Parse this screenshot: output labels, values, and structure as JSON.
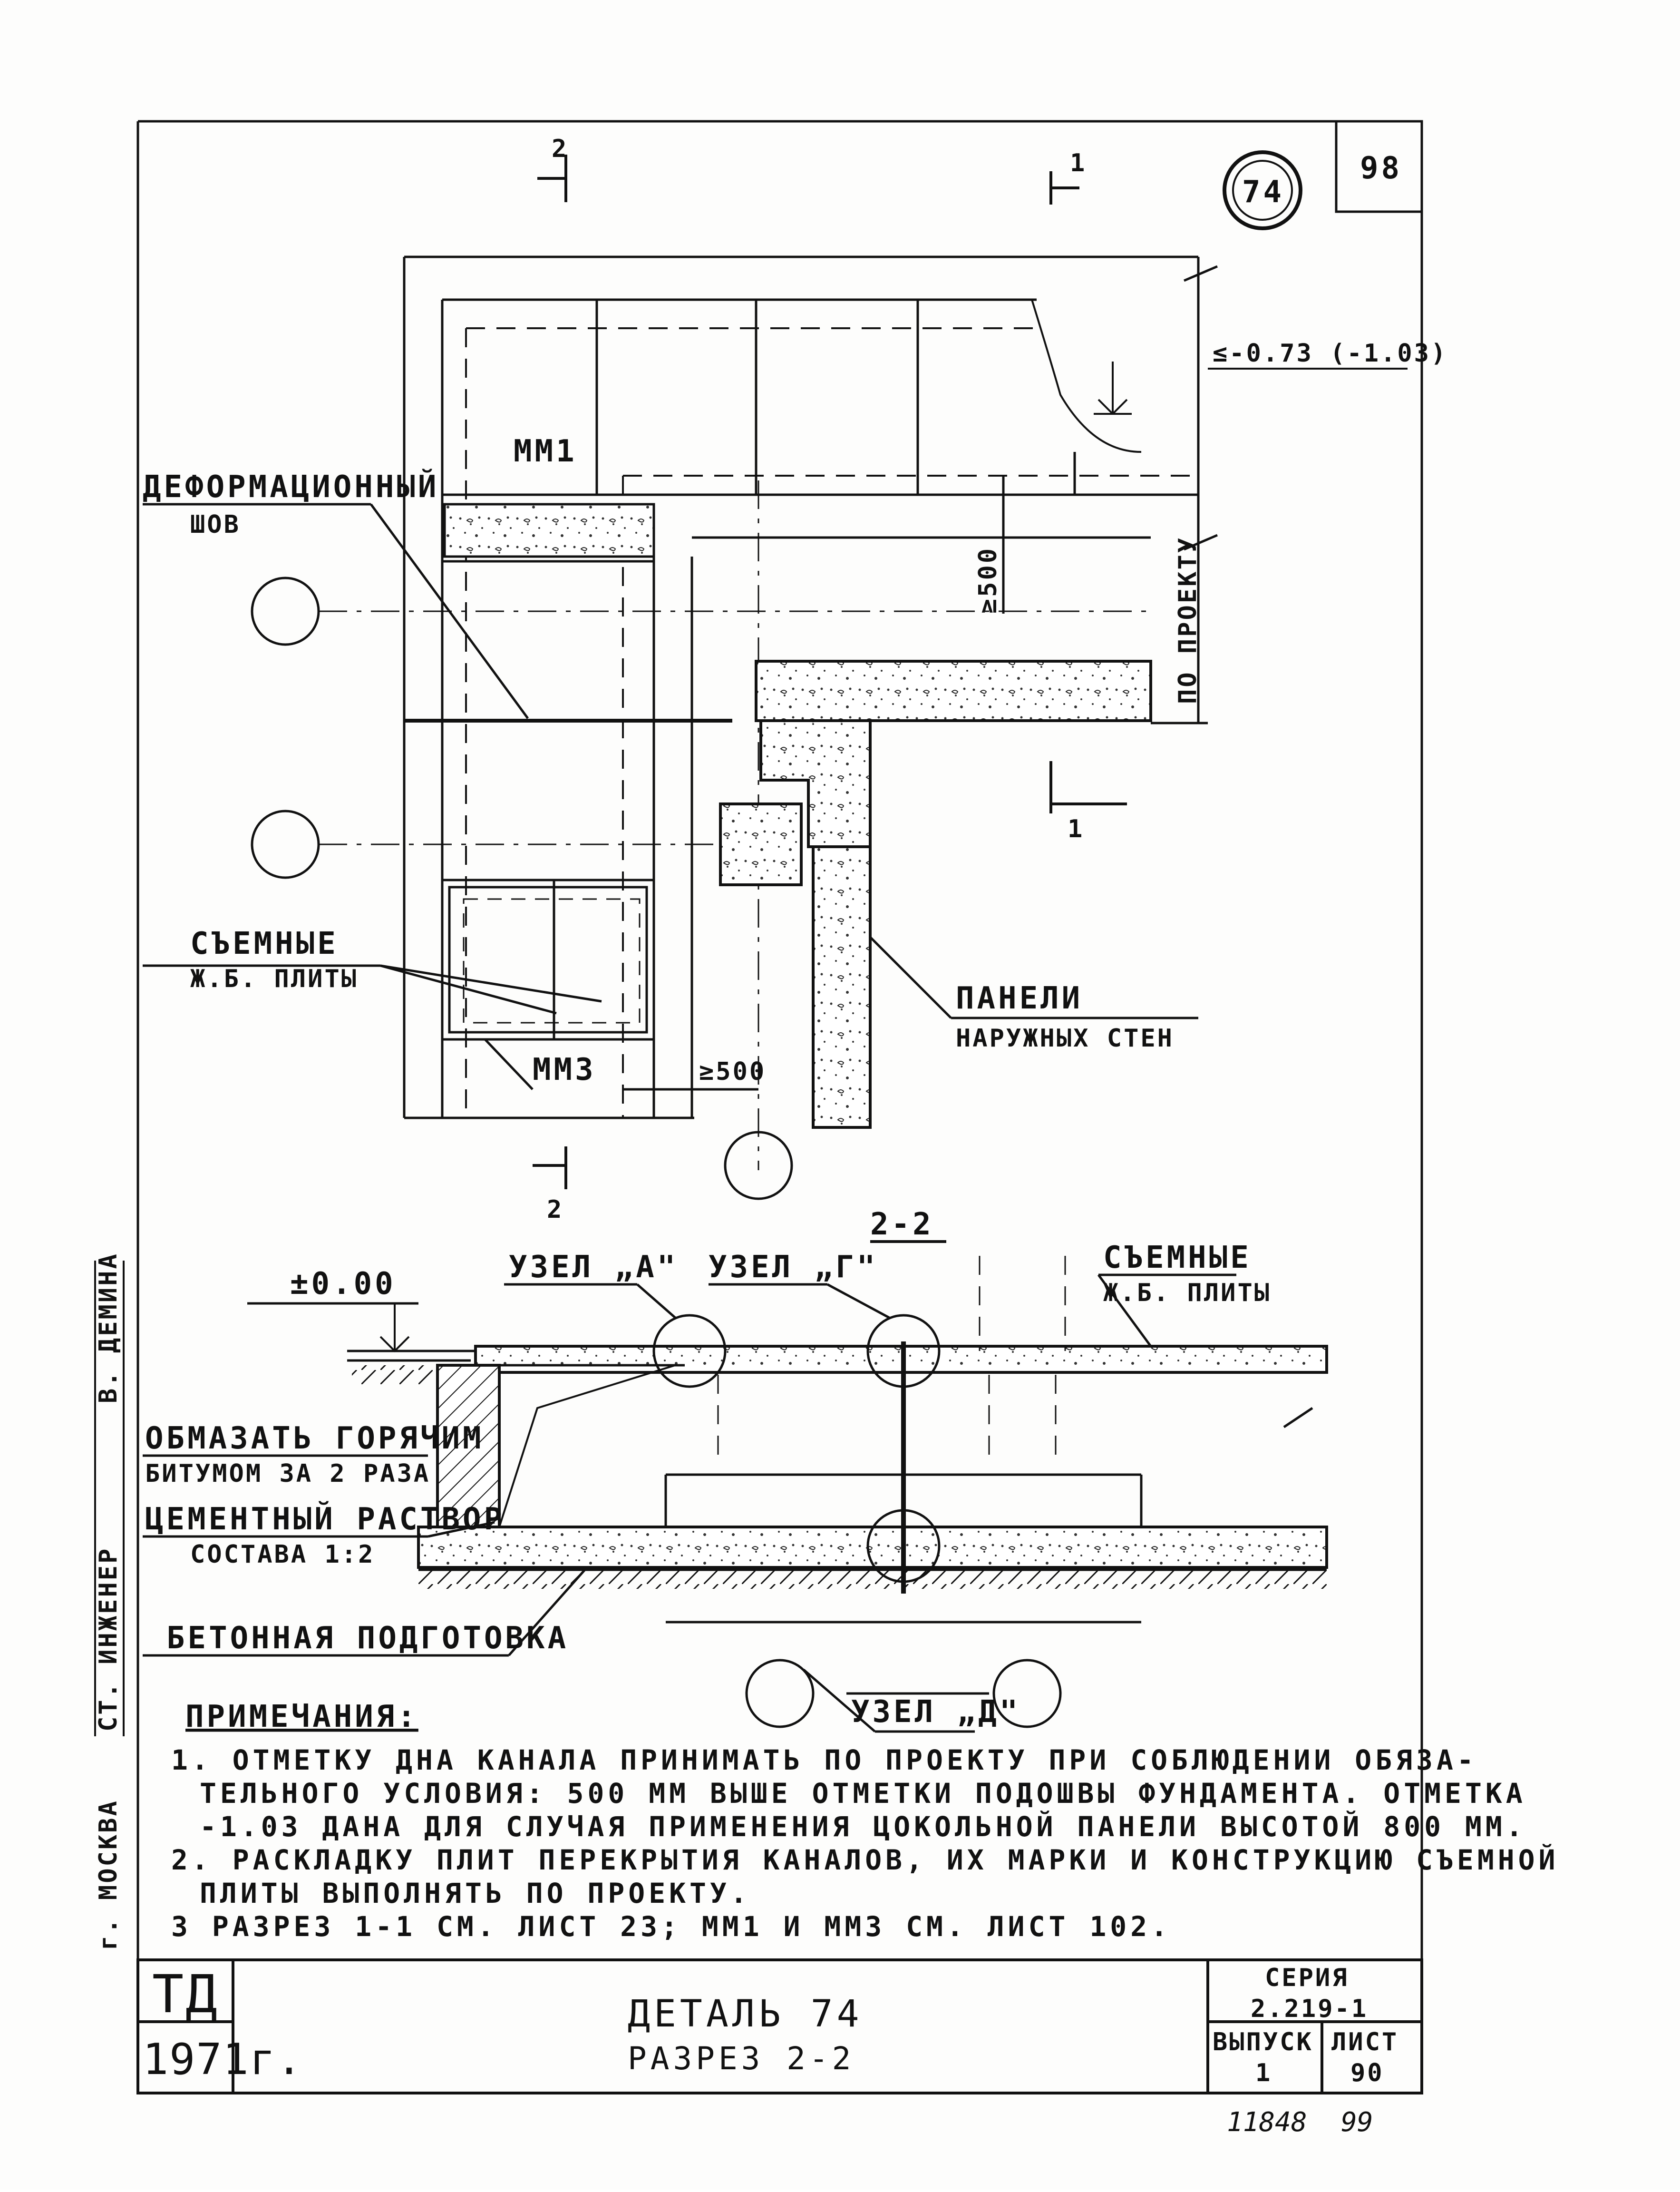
{
  "sheet": {
    "sheet_number_top": "98",
    "detail_circle": "74",
    "bottom_numbers": [
      "11848",
      "99"
    ]
  },
  "plan": {
    "section_marks": {
      "cut2": "2",
      "cut1": "1"
    },
    "elevation": "≤-0.73 (-1.03)",
    "labels": {
      "deform_joint_1": "ДЕФОРМАЦИОННЫЙ",
      "deform_joint_2": "ШОВ",
      "mm1": "ММ1",
      "mm3": "ММ3",
      "removable_1": "СЪЕМНЫЕ",
      "removable_2": "Ж.Б. ПЛИТЫ",
      "panels_1": "ПАНЕЛИ",
      "panels_2": "НАРУЖНЫХ СТЕН",
      "dim_500_v": "≥500",
      "dim_500_h": "≥500",
      "by_project": "ПО ПРОЕКТУ"
    }
  },
  "section": {
    "title": "2-2",
    "zero": "±0.00",
    "node_a": "УЗЕЛ „А\"",
    "node_g": "УЗЕЛ „Г\"",
    "node_d": "УЗЕЛ „Д\"",
    "removable_1": "СЪЕМНЫЕ",
    "removable_2": "Ж.Б. ПЛИТЫ",
    "bitumen_1": "ОБМАЗАТЬ ГОРЯЧИМ",
    "bitumen_2": "БИТУМОМ ЗА 2 РАЗА",
    "mortar_1": "ЦЕМЕНТНЫЙ РАСТВОР",
    "mortar_2": "СОСТАВА 1:2",
    "concrete": "БЕТОННАЯ ПОДГОТОВКА"
  },
  "notes": {
    "title": "ПРИМЕЧАНИЯ:",
    "lines": [
      "1. ОТМЕТКУ ДНА КАНАЛА ПРИНИМАТЬ ПО ПРОЕКТУ ПРИ СОБЛЮДЕНИИ ОБЯЗА-",
      "ТЕЛЬНОГО УСЛОВИЯ: 500 ММ ВЫШЕ ОТМЕТКИ ПОДОШВЫ ФУНДАМЕНТА. ОТМЕТКА",
      "-1.03 ДАНА ДЛЯ СЛУЧАЯ ПРИМЕНЕНИЯ ЦОКОЛЬНОЙ ПАНЕЛИ ВЫСОТОЙ 800 ММ.",
      "2. РАСКЛАДКУ ПЛИТ ПЕРЕКРЫТИЯ КАНАЛОВ, ИХ МАРКИ И КОНСТРУКЦИЮ СЪЕМНОЙ",
      "ПЛИТЫ ВЫПОЛНЯТЬ ПО ПРОЕКТУ.",
      "3 РАЗРЕЗ 1-1 СМ. ЛИСТ 23; ММ1 И ММ3 СМ. ЛИСТ 102."
    ]
  },
  "side_stamp": {
    "role": "СТ. ИНЖЕНЕР",
    "name": "В. ДЕМИНА",
    "city": "г. МОСКВА"
  },
  "title_block": {
    "org": "ТД",
    "year": "1971г.",
    "title": "ДЕТАЛЬ 74",
    "subtitle": "РАЗРЕЗ 2-2",
    "series_label": "СЕРИЯ",
    "series_value": "2.219-1",
    "issue_label": "ВЫПУСК",
    "issue_value": "1",
    "sheet_label": "ЛИСТ",
    "sheet_value": "90"
  }
}
